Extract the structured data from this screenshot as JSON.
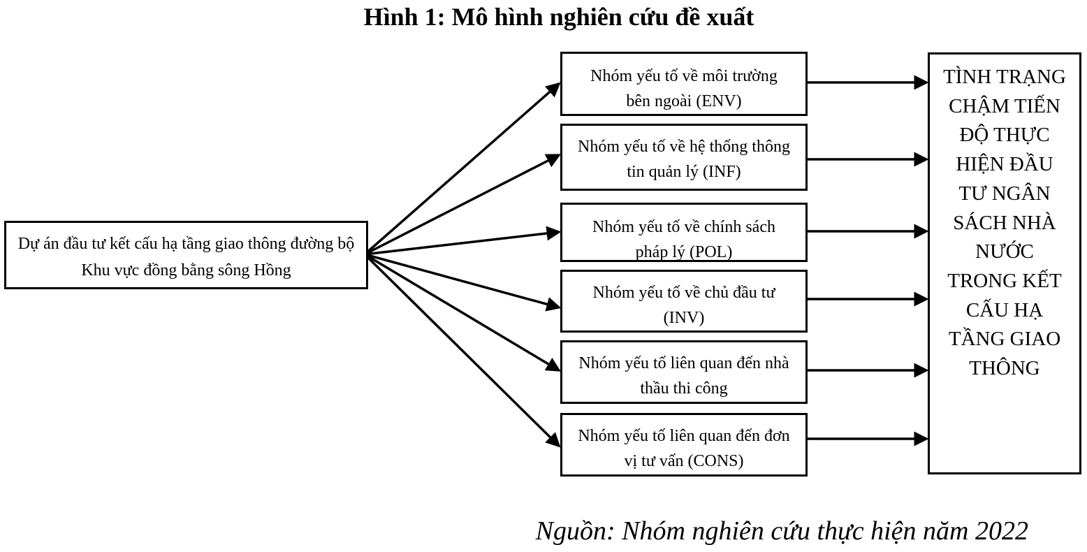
{
  "title": "Hình 1: Mô hình nghiên cứu đề xuất",
  "source_box": {
    "label": "Dự án đầu tư kết cấu hạ tầng giao thông đường bộ Khu vực đồng bằng sông Hồng"
  },
  "factors": [
    {
      "label": "Nhóm yếu tố về môi trường bên ngoài (ENV)"
    },
    {
      "label": "Nhóm yếu tố về hệ thống thông tin quản lý (INF)"
    },
    {
      "label": "Nhóm yếu tố về chính sách pháp lý (POL)"
    },
    {
      "label": "Nhóm yếu tố về chủ đầu tư (INV)"
    },
    {
      "label": "Nhóm yếu tố liên quan đến nhà thầu thi công"
    },
    {
      "label": "Nhóm yếu tố liên quan đến đơn vị tư vấn (CONS)"
    }
  ],
  "outcome_box": {
    "label": "TÌNH TRẠNG CHẬM TIẾN ĐỘ THỰC HIỆN ĐẦU TƯ NGÂN SÁCH NHÀ NƯỚC TRONG KẾT CẤU HẠ TẦNG GIAO THÔNG"
  },
  "source_note": "Nguồn: Nhóm nghiên cứu thực hiện năm 2022"
}
